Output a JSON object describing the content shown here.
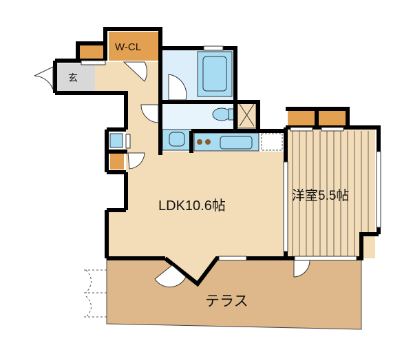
{
  "rooms": {
    "walk_in_closet": "W-CL",
    "entrance": "玄",
    "ldk": "LDK10.6帖",
    "western_room": "洋室5.5帖",
    "terrace": "テラス"
  },
  "colors": {
    "floor": "#f3dcb8",
    "closet": "#e3a050",
    "wet_area": "#dceefa",
    "fixture": "#a8dcf2",
    "entrance": "#d8d8d8",
    "terrace": "#deb88a",
    "wall": "#000000"
  }
}
